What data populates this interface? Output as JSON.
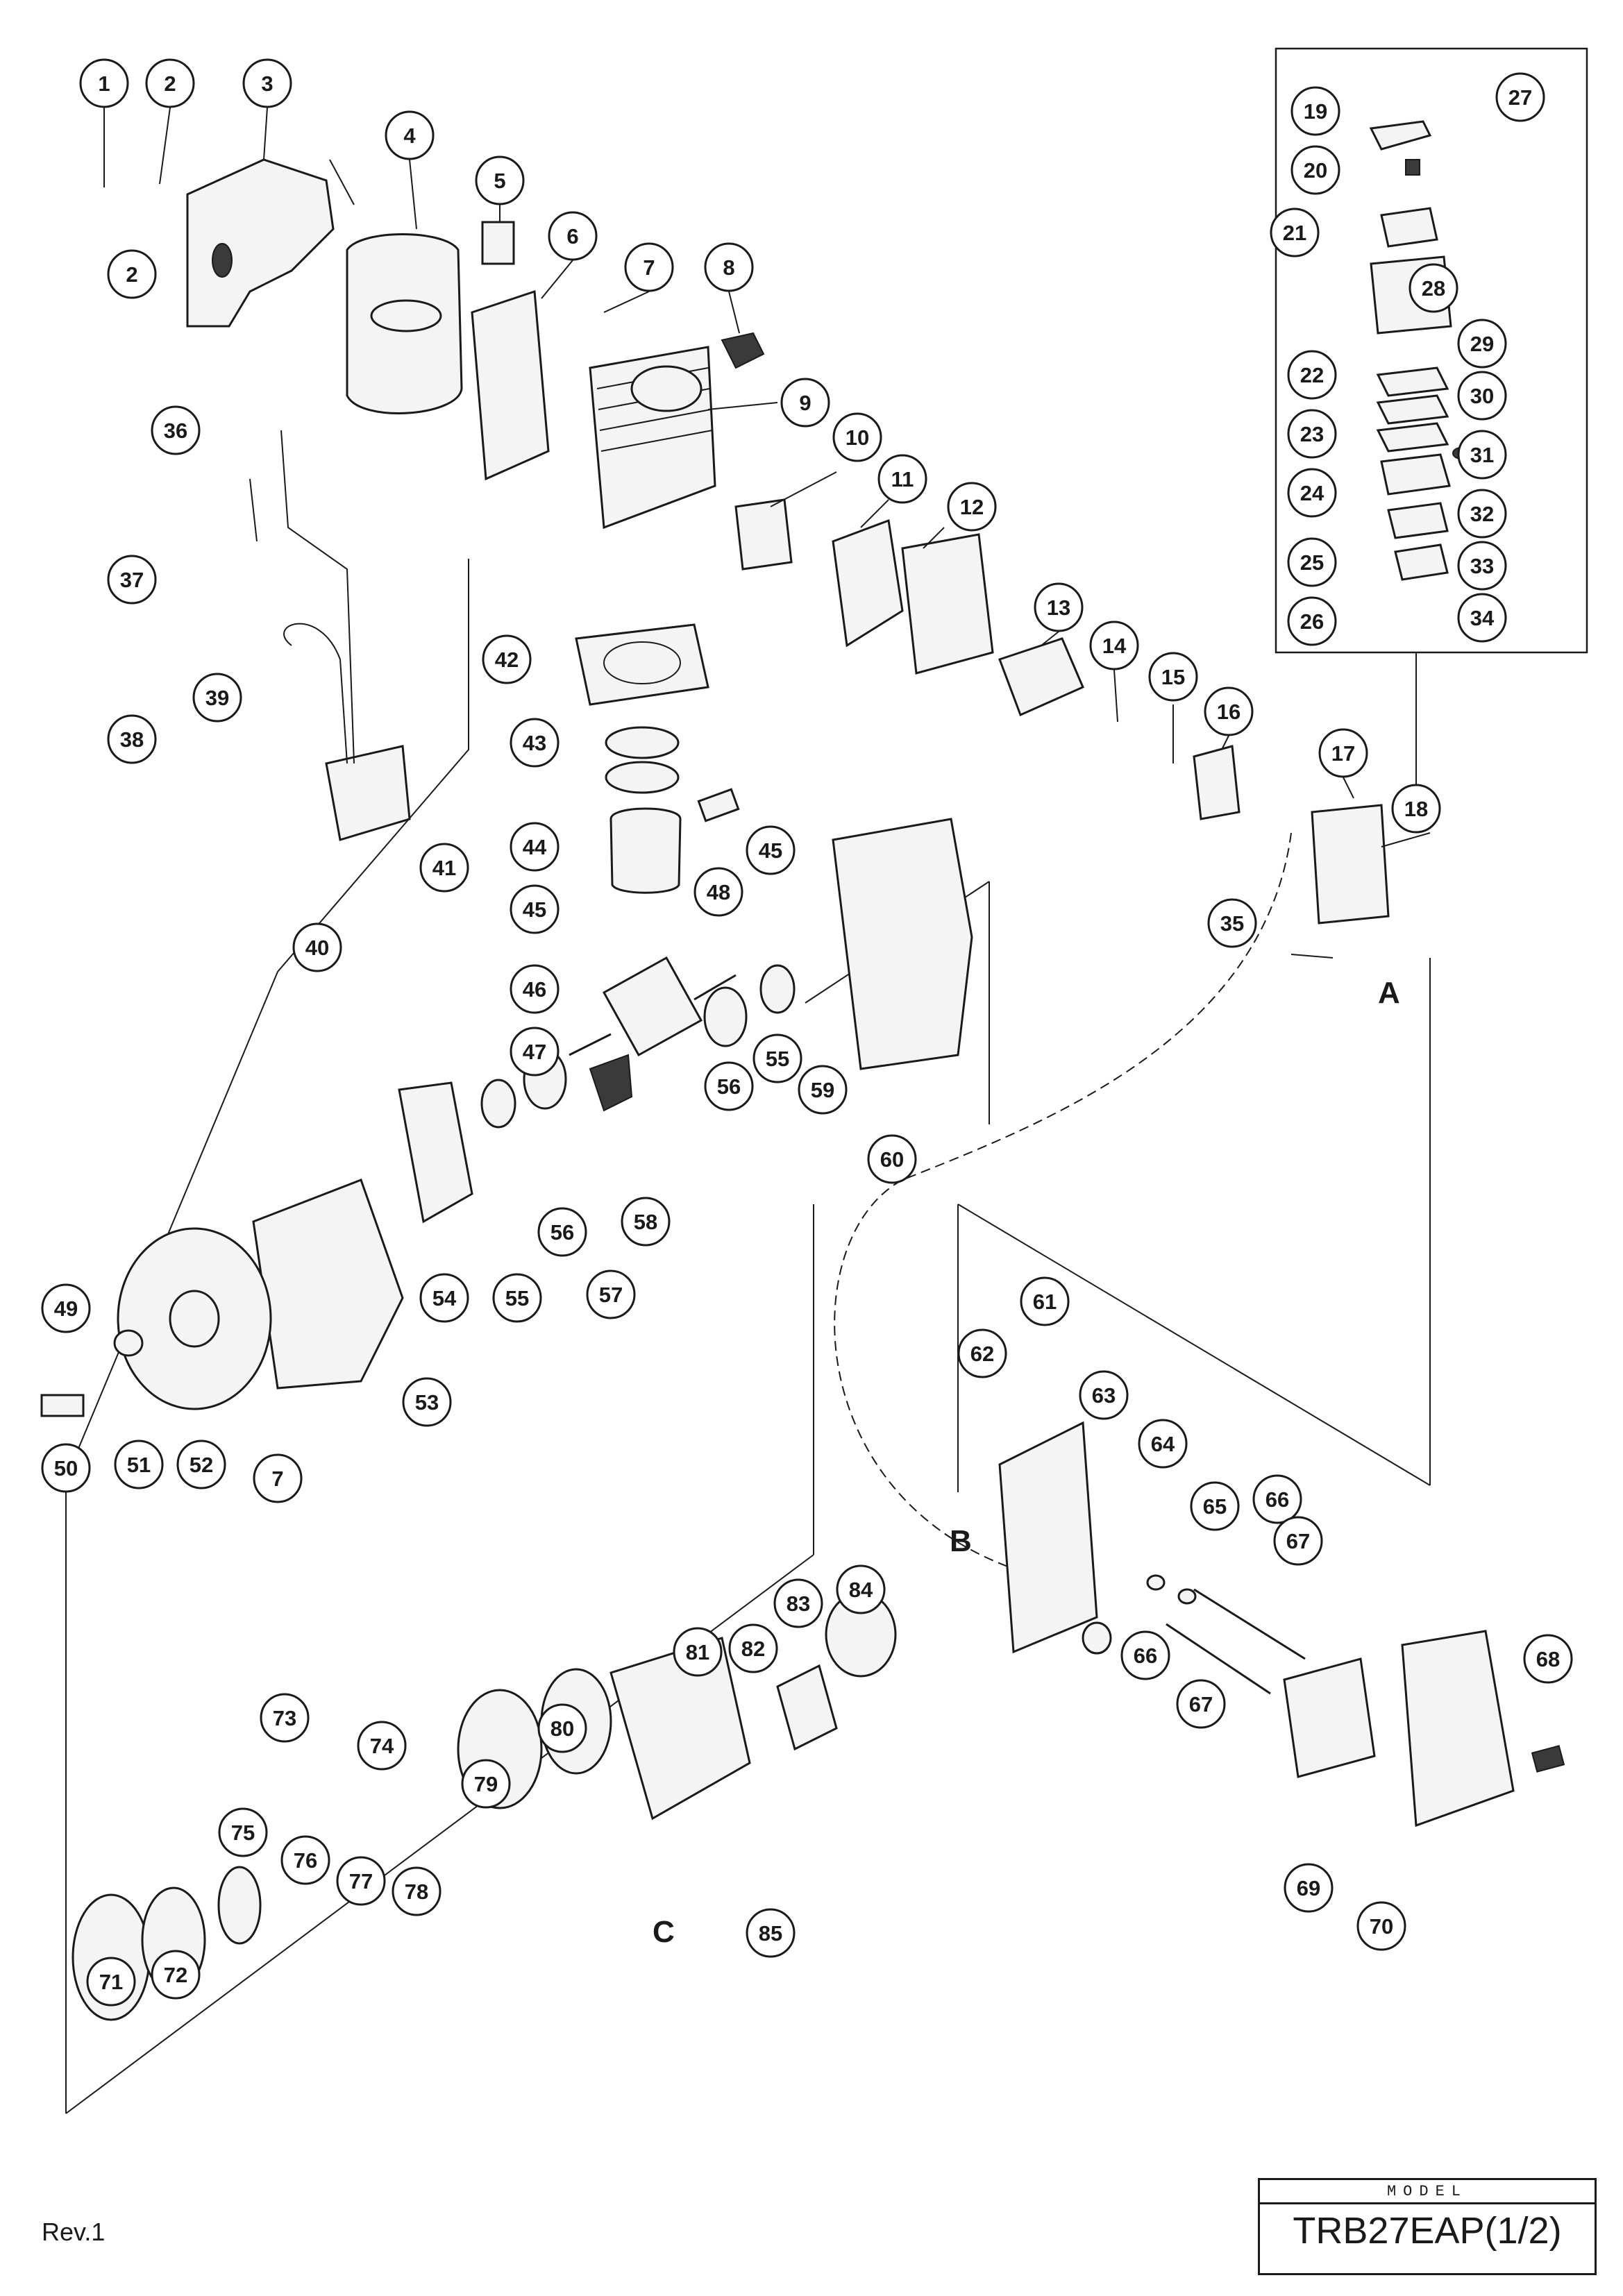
{
  "model_box": {
    "label": "MODEL",
    "value": "TRB27EAP(1/2)"
  },
  "revision": "Rev.1",
  "section_letters": [
    "A",
    "B",
    "C"
  ],
  "part_callouts": [
    "1",
    "2",
    "3",
    "4",
    "5",
    "6",
    "7",
    "8",
    "9",
    "10",
    "11",
    "12",
    "13",
    "14",
    "15",
    "16",
    "17",
    "18",
    "19",
    "20",
    "21",
    "22",
    "23",
    "24",
    "25",
    "26",
    "27",
    "28",
    "29",
    "30",
    "31",
    "32",
    "33",
    "34",
    "35",
    "36",
    "37",
    "38",
    "39",
    "40",
    "41",
    "42",
    "43",
    "44",
    "45",
    "46",
    "47",
    "48",
    "49",
    "50",
    "51",
    "52",
    "53",
    "54",
    "55",
    "56",
    "57",
    "58",
    "59",
    "60",
    "61",
    "62",
    "63",
    "64",
    "65",
    "66",
    "67",
    "68",
    "69",
    "70",
    "71",
    "72",
    "73",
    "74",
    "75",
    "76",
    "77",
    "78",
    "79",
    "80",
    "81",
    "82",
    "83",
    "84",
    "85"
  ]
}
